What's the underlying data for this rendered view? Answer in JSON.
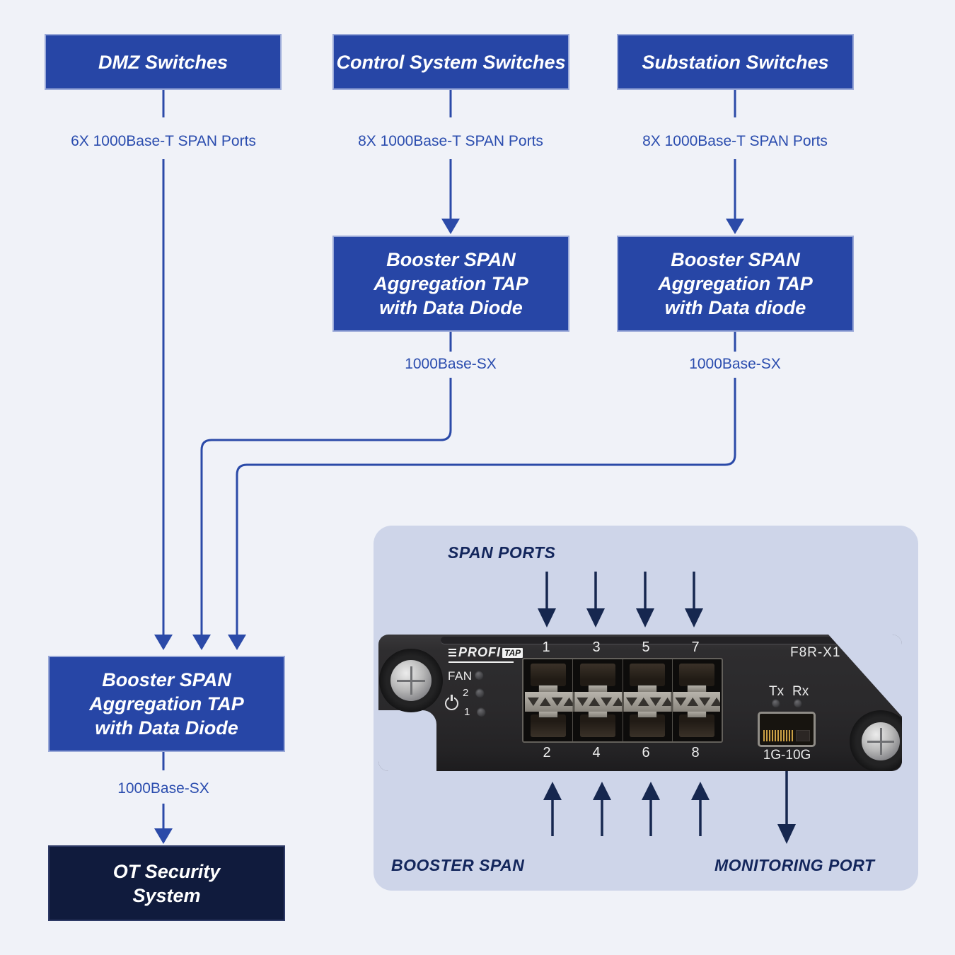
{
  "colors": {
    "background": "#f0f2f8",
    "node_blue": "#2746a6",
    "node_navy": "#101b3d",
    "wire_blue": "#2b4aa8",
    "label_blue": "#2a4cae",
    "panel_bg": "#ced5e9",
    "panel_text": "#13265c",
    "arrow_navy": "#16274f",
    "device_body": "#2a292b"
  },
  "nodes": {
    "dmz": {
      "label": "DMZ Switches"
    },
    "control": {
      "label": "Control System Switches"
    },
    "substation": {
      "label": "Substation Switches"
    },
    "tap_control": {
      "line1": "Booster SPAN",
      "line2": "Aggregation TAP",
      "line3": "with Data Diode"
    },
    "tap_substation": {
      "line1": "Booster SPAN",
      "line2": "Aggregation TAP",
      "line3": "with Data diode"
    },
    "tap_main": {
      "line1": "Booster SPAN",
      "line2": "Aggregation TAP",
      "line3": "with Data Diode"
    },
    "ot_security": {
      "line1": "OT Security",
      "line2": "System"
    }
  },
  "edge_labels": {
    "dmz_span": "6X 1000Base-T SPAN Ports",
    "control_span": "8X 1000Base-T SPAN Ports",
    "substation_span": "8X 1000Base-T SPAN Ports",
    "control_fiber": "1000Base-SX",
    "substation_fiber": "1000Base-SX",
    "main_fiber": "1000Base-SX"
  },
  "panel": {
    "span_ports": "SPAN PORTS",
    "booster_span": "BOOSTER SPAN",
    "monitoring_port": "MONITORING PORT"
  },
  "device": {
    "brand": "PROFI",
    "brand_suffix": "TAP",
    "model": "F8R-X1",
    "fan": "FAN",
    "led2": "2",
    "led1": "1",
    "tx": "Tx",
    "rx": "Rx",
    "top_ports": [
      "1",
      "3",
      "5",
      "7"
    ],
    "bottom_ports": [
      "2",
      "4",
      "6",
      "8"
    ],
    "monitor_speed": "1G-10G"
  }
}
